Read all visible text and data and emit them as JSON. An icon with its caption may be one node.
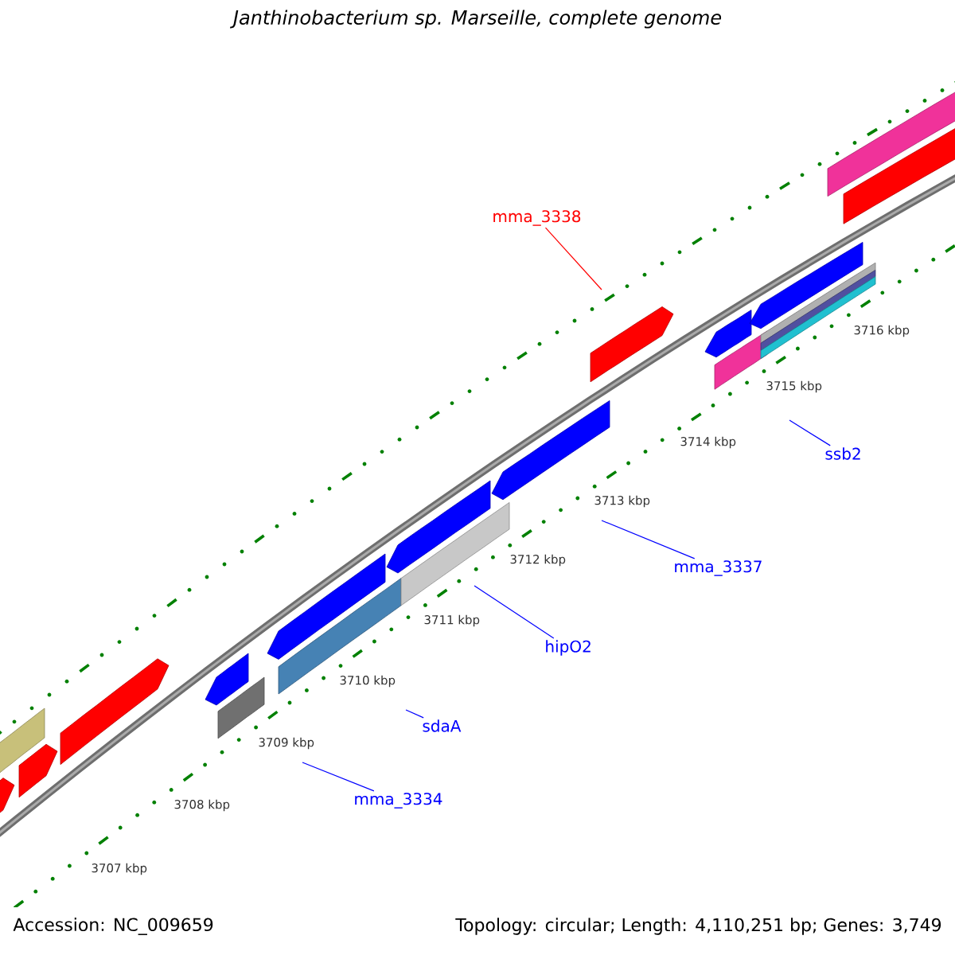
{
  "diagram": {
    "title": "Janthinobacterium sp. Marseille, complete genome",
    "nodes": [
      {
        "text": [
          "mma_3338"
        ]
      },
      {
        "text": [
          "ssb2"
        ]
      },
      {
        "text": [
          "mma_3337"
        ]
      },
      {
        "text": [
          "hipO2"
        ]
      },
      {
        "text": [
          "sdaA"
        ]
      },
      {
        "text": [
          "mma_3334"
        ]
      }
    ],
    "edges": [
      {
        "from": 0,
        "to": null,
        "arrow": "none",
        "color": "#ff0000"
      },
      {
        "from": 1,
        "to": null,
        "arrow": "none"
      },
      {
        "from": 2,
        "to": null,
        "arrow": "none"
      },
      {
        "from": 3,
        "to": null,
        "arrow": "none"
      },
      {
        "from": 4,
        "to": null,
        "arrow": "none"
      },
      {
        "from": 5,
        "to": null,
        "arrow": "none"
      }
    ],
    "labels": [
      "3716 kbp",
      "3715 kbp",
      "3714 kbp",
      "3713 kbp",
      "3712 kbp",
      "3711 kbp",
      "3710 kbp",
      "3709 kbp",
      "3708 kbp",
      "3707 kbp",
      "Accession: NC_009659",
      "Topology: circular; Length: 4,110,251 bp; Genes: 3,749"
    ]
  }
}
